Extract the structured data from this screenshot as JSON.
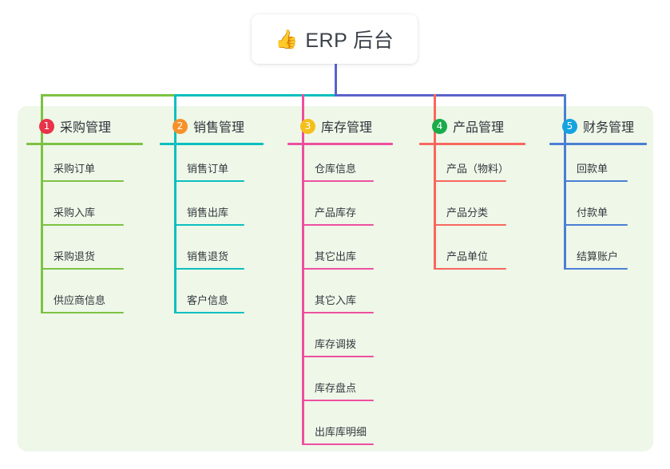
{
  "root": {
    "icon": "thumbs-up-emoji",
    "emoji": "👍",
    "title": "ERP 后台"
  },
  "theme": {
    "page_bg": "#ffffff",
    "panel_bg": "#eef7e8",
    "text": "#2f343b",
    "root_connector": "#5a62c8"
  },
  "columns": [
    {
      "index": "1",
      "badge_number": "①",
      "badge_text": "1",
      "badge_color": "#e8334a",
      "line_color": "#7cc242",
      "title": "采购管理",
      "items": [
        {
          "label": "采购订单"
        },
        {
          "label": "采购入库"
        },
        {
          "label": "采购退货"
        },
        {
          "label": "供应商信息"
        }
      ]
    },
    {
      "index": "2",
      "badge_number": "②",
      "badge_text": "2",
      "badge_color": "#f5912b",
      "line_color": "#0bbfbf",
      "title": "销售管理",
      "items": [
        {
          "label": "销售订单"
        },
        {
          "label": "销售出库"
        },
        {
          "label": "销售退货"
        },
        {
          "label": "客户信息"
        }
      ]
    },
    {
      "index": "3",
      "badge_number": "③",
      "badge_text": "3",
      "badge_color": "#f5bf1b",
      "line_color": "#ee4fa0",
      "title": "库存管理",
      "items": [
        {
          "label": "仓库信息"
        },
        {
          "label": "产品库存"
        },
        {
          "label": "其它出库"
        },
        {
          "label": "其它入库"
        },
        {
          "label": "库存调拨"
        },
        {
          "label": "库存盘点"
        },
        {
          "label": "出库库明细"
        }
      ]
    },
    {
      "index": "4",
      "badge_number": "④",
      "badge_text": "4",
      "badge_color": "#1aab4b",
      "line_color": "#f9665e",
      "title": "产品管理",
      "items": [
        {
          "label": "产品（物料）"
        },
        {
          "label": "产品分类"
        },
        {
          "label": "产品单位"
        }
      ]
    },
    {
      "index": "5",
      "badge_number": "⑤",
      "badge_text": "5",
      "badge_color": "#14a3e0",
      "line_color": "#4a7fd4",
      "title": "财务管理",
      "items": [
        {
          "label": "回款单"
        },
        {
          "label": "付款单"
        },
        {
          "label": "结算账户"
        }
      ]
    }
  ]
}
